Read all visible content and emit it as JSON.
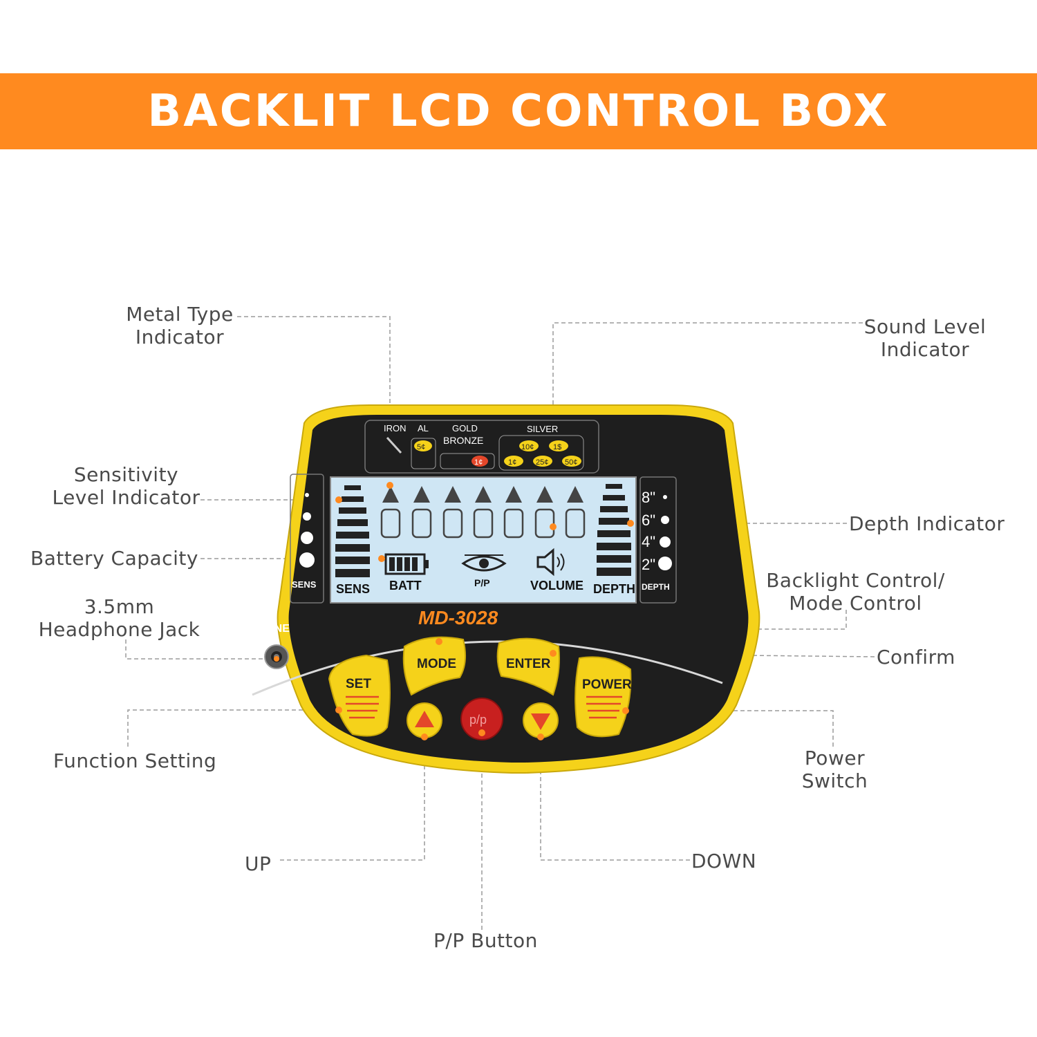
{
  "header": {
    "title": "BACKLIT LCD CONTROL BOX",
    "bg_color": "#ff8a1f"
  },
  "callouts": {
    "metal_type": [
      "Metal Type",
      "Indicator"
    ],
    "sound_level": [
      "Sound Level",
      "Indicator"
    ],
    "sensitivity": [
      "Sensitivity",
      "Level Indicator"
    ],
    "depth": "Depth Indicator",
    "battery": "Battery Capacity",
    "backlight": [
      "Backlight Control/",
      "Mode Control"
    ],
    "headphone": [
      "3.5mm",
      "Headphone Jack"
    ],
    "confirm": "Confirm",
    "function_setting": "Function Setting",
    "power_switch": [
      "Power",
      "Switch"
    ],
    "up": "UP",
    "down": "DOWN",
    "pp_button": "P/P Button"
  },
  "device": {
    "model": "MD-3028",
    "phone_label": "PHONE",
    "body_color": "#f5d21a",
    "face_color": "#1c1c1c",
    "accent_color": "#ff8a1f",
    "metal_scale": {
      "iron": "IRON",
      "al": "AL",
      "gold": "GOLD",
      "bronze": "BRONZE",
      "silver": "SILVER",
      "coins": [
        "5¢",
        "10¢",
        "1$",
        "1¢",
        "25¢",
        "50¢"
      ],
      "bronze_coin": "1¢"
    },
    "lcd": {
      "sens": "SENS",
      "batt": "BATT",
      "pp": "P/P",
      "volume": "VOLUME",
      "depth": "DEPTH"
    },
    "side_left_label": "SENS",
    "side_right_label": "DEPTH",
    "depth_marks": [
      "8\"",
      "6\"",
      "4\"",
      "2\""
    ],
    "buttons": {
      "set": "SET",
      "mode": "MODE",
      "enter": "ENTER",
      "power": "POWER",
      "pp": "p/p"
    }
  }
}
